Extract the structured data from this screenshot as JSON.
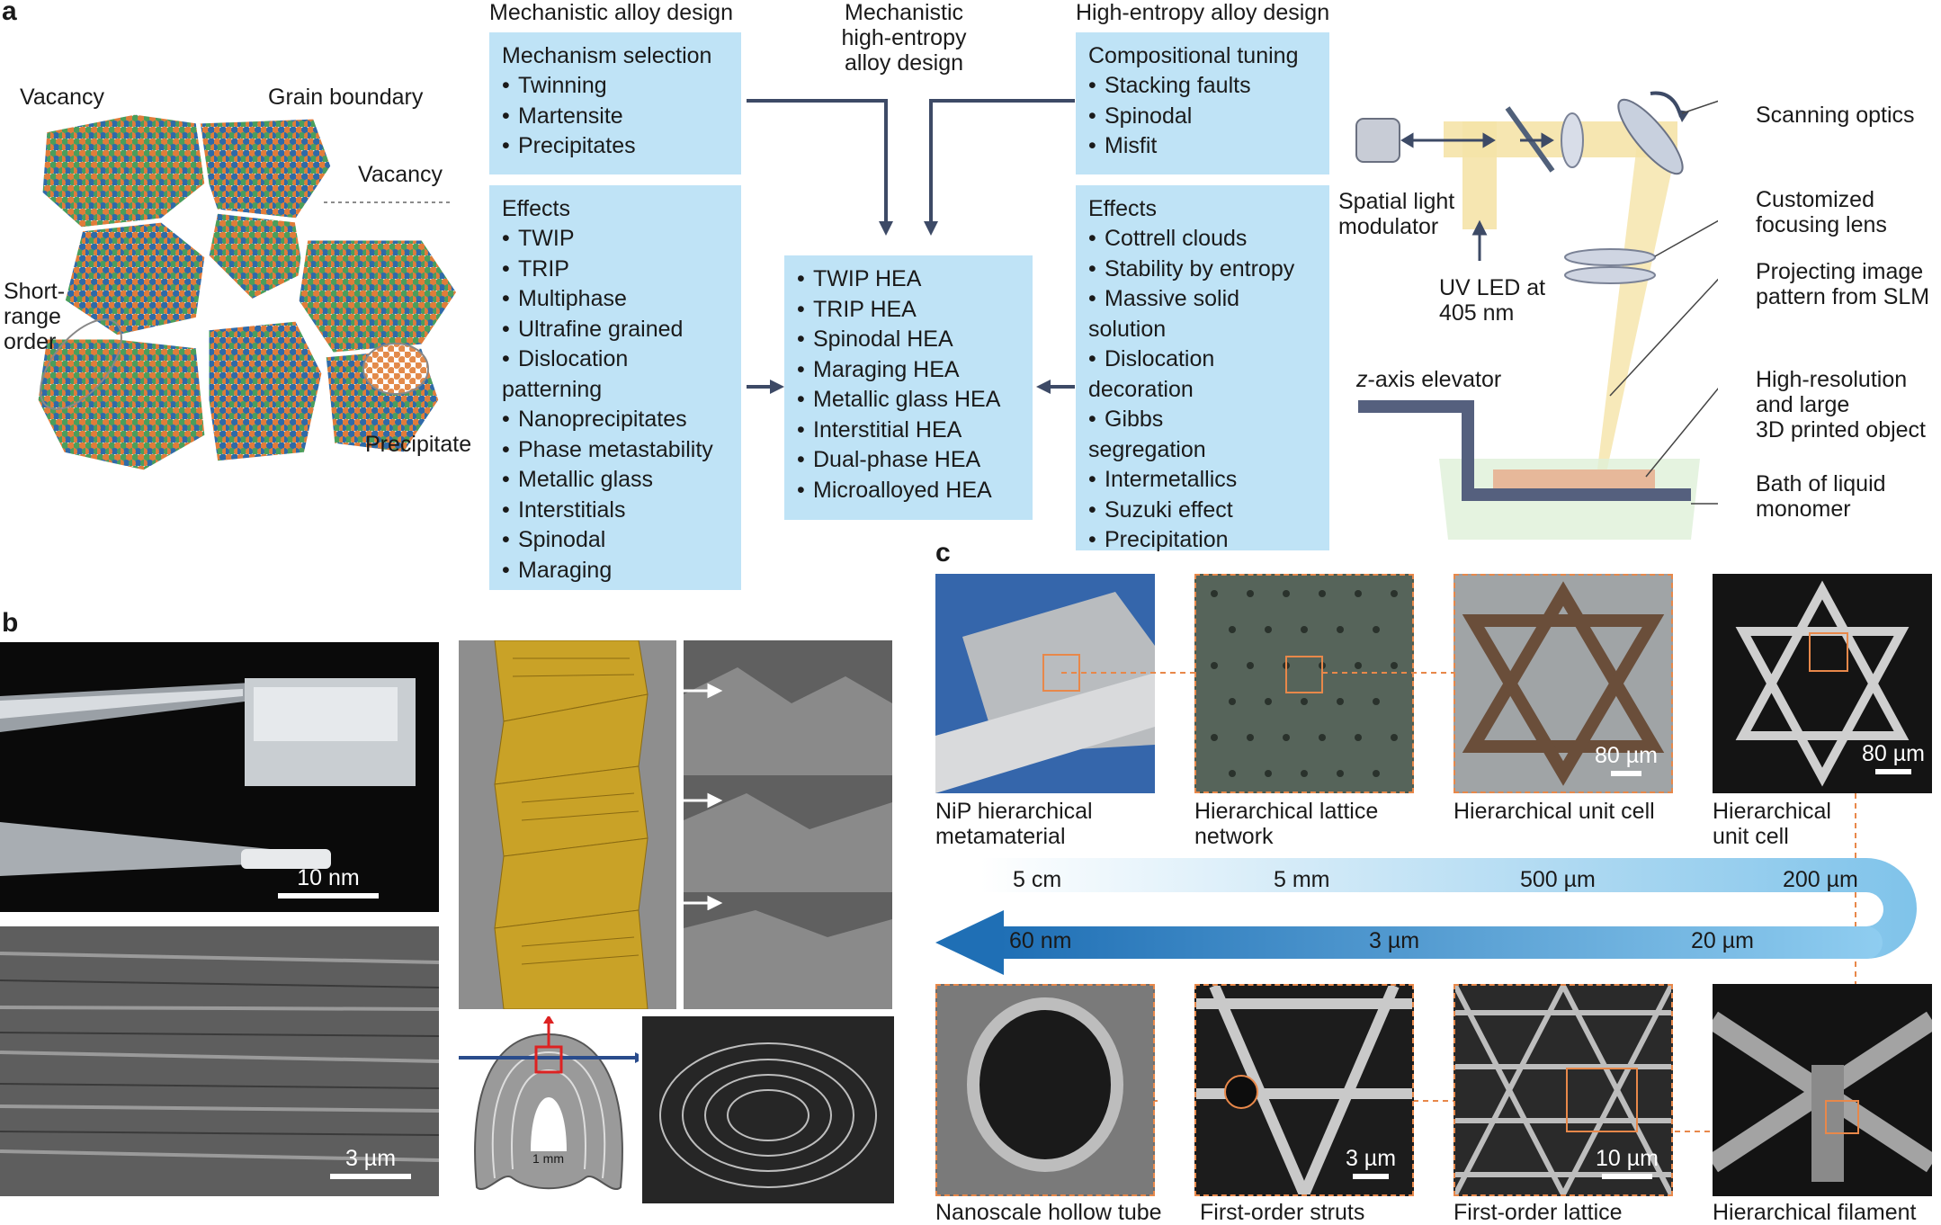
{
  "panel_letters": {
    "a": "a",
    "b": "b",
    "c": "c"
  },
  "panel_a": {
    "grain_labels": {
      "vacancy_left": "Vacancy",
      "grain_boundary": "Grain boundary",
      "vacancy_right": "Vacancy",
      "short_range_order": "Short-\nrange\norder",
      "precipitate": "Precipitate"
    },
    "headings": {
      "mechanistic": "Mechanistic alloy design",
      "mechanistic_hea": "Mechanistic\nhigh-entropy\nalloy design",
      "hea": "High-entropy alloy design"
    },
    "mechanism_box": {
      "title": "Mechanism selection",
      "items": [
        "Twinning",
        "Martensite",
        "Precipitates"
      ]
    },
    "effects_left": {
      "title": "Effects",
      "items": [
        "TWIP",
        "TRIP",
        "Multiphase",
        "Ultrafine grained",
        "Dislocation\npatterning",
        "Nanoprecipitates",
        "Phase metastability",
        "Metallic glass",
        "Interstitials",
        "Spinodal",
        "Maraging"
      ]
    },
    "hea_box": {
      "items": [
        "TWIP HEA",
        "TRIP HEA",
        "Spinodal HEA",
        "Maraging HEA",
        "Metallic glass HEA",
        "Interstitial HEA",
        "Dual-phase HEA",
        "Microalloyed HEA"
      ]
    },
    "compositional_box": {
      "title": "Compositional tuning",
      "items": [
        "Stacking faults",
        "Spinodal",
        "Misfit"
      ]
    },
    "effects_right": {
      "title": "Effects",
      "items": [
        "Cottrell clouds",
        "Stability by entropy",
        "Massive solid\nsolution",
        "Dislocation\ndecoration",
        "Gibbs\nsegregation",
        "Intermetallics",
        "Suzuki effect",
        "Precipitation"
      ]
    },
    "bullet": "•"
  },
  "printer": {
    "scanning_optics": "Scanning optics",
    "slm": "Spatial light\nmodulator",
    "uv_led": "UV LED at\n405 nm",
    "focusing_lens": "Customized\nfocusing lens",
    "projecting": "Projecting image\npattern from SLM",
    "z_axis_italic": "z",
    "z_axis_rest": "-axis elevator",
    "object": "High-resolution\nand large\n3D printed object",
    "bath": "Bath of liquid\nmonomer"
  },
  "panel_b": {
    "scale_top": "10 nm",
    "scale_bottom": "3 µm",
    "scale_schematic": "1 mm"
  },
  "panel_c": {
    "top_captions": [
      "NiP hierarchical\nmetamaterial",
      "Hierarchical lattice\nnetwork",
      "Hierarchical unit cell",
      "Hierarchical\nunit cell"
    ],
    "bottom_captions": [
      "Nanoscale hollow tube",
      "First-order struts",
      "First-order lattice",
      "Hierarchical filament"
    ],
    "top_scales": [
      "80 µm",
      "80 µm"
    ],
    "bottom_scales": [
      "3 µm",
      "10 µm"
    ],
    "arrow_top_labels": [
      "5 cm",
      "5 mm",
      "500 µm",
      "200 µm"
    ],
    "arrow_bottom_labels": [
      "60 nm",
      "3 µm",
      "20 µm"
    ]
  },
  "colors": {
    "box_fill": "#bfe3f6",
    "arrow_dark": "#3d4a66",
    "accent_orange": "#e8884a",
    "photo_gold": "#c9a227"
  }
}
